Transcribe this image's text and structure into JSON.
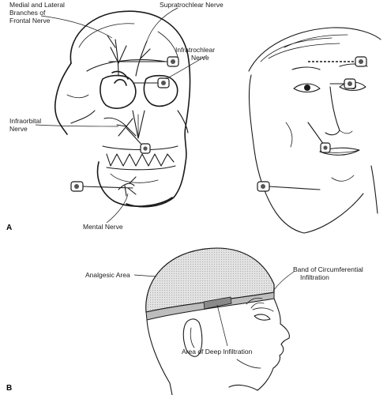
{
  "panel_a": {
    "letter": "A",
    "labels": {
      "frontal_line1": "Medial and Lateral",
      "frontal_line2": "Branches of",
      "frontal_line3": "Frontal Nerve",
      "supratrochlear": "Supratrochlear Nerve",
      "infratrochlear_line1": "Infratrochlear",
      "infratrochlear_line2": "Nerve",
      "infraorbital_line1": "Infraorbital",
      "infraorbital_line2": "Nerve",
      "mental": "Mental Nerve"
    }
  },
  "panel_b": {
    "letter": "B",
    "labels": {
      "analgesic": "Analgesic Area",
      "band_line1": "Band of Circumferential",
      "band_line2": "Infiltration",
      "deep": "Area of Deep Infiltration"
    }
  },
  "colors": {
    "ink": "#1a1a1a",
    "cap_fill": "#d8d8d8",
    "band_fill": "#bdbdbd",
    "deep_fill": "#8a8a8a"
  }
}
